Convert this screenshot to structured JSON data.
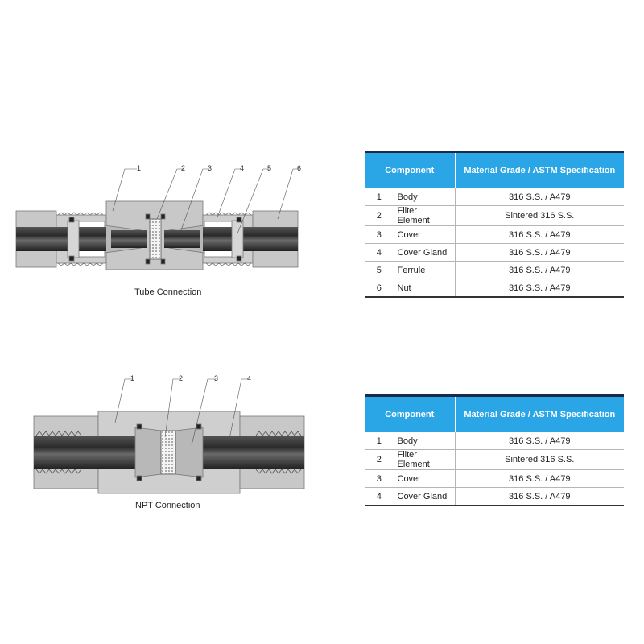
{
  "tube_section": {
    "caption": "Tube Connection",
    "callouts": [
      "1",
      "2",
      "3",
      "4",
      "5",
      "6"
    ],
    "table": {
      "header_component": "Component",
      "header_material": "Material Grade / ASTM Specification",
      "rows": [
        {
          "num": "1",
          "component": "Body",
          "material": "316 S.S. / A479"
        },
        {
          "num": "2",
          "component": "Filter Element",
          "material": "Sintered 316 S.S."
        },
        {
          "num": "3",
          "component": "Cover",
          "material": "316 S.S. / A479"
        },
        {
          "num": "4",
          "component": "Cover Gland",
          "material": "316 S.S. / A479"
        },
        {
          "num": "5",
          "component": "Ferrule",
          "material": "316 S.S. / A479"
        },
        {
          "num": "6",
          "component": "Nut",
          "material": "316 S.S. / A479"
        }
      ]
    }
  },
  "npt_section": {
    "caption": "NPT Connection",
    "callouts": [
      "1",
      "2",
      "3",
      "4"
    ],
    "table": {
      "header_component": "Component",
      "header_material": "Material Grade / ASTM Specification",
      "rows": [
        {
          "num": "1",
          "component": "Body",
          "material": "316 S.S. / A479"
        },
        {
          "num": "2",
          "component": "Filter Element",
          "material": "Sintered 316 S.S."
        },
        {
          "num": "3",
          "component": "Cover",
          "material": "316 S.S. / A479"
        },
        {
          "num": "4",
          "component": "Cover Gland",
          "material": "316 S.S. / A479"
        }
      ]
    }
  },
  "colors": {
    "header_bg": "#2aa6e6",
    "header_border": "#1a2a4a",
    "metal": "#c8c8c8",
    "metal_dark": "#a8a8a8",
    "tube": "#3a3a3a"
  }
}
